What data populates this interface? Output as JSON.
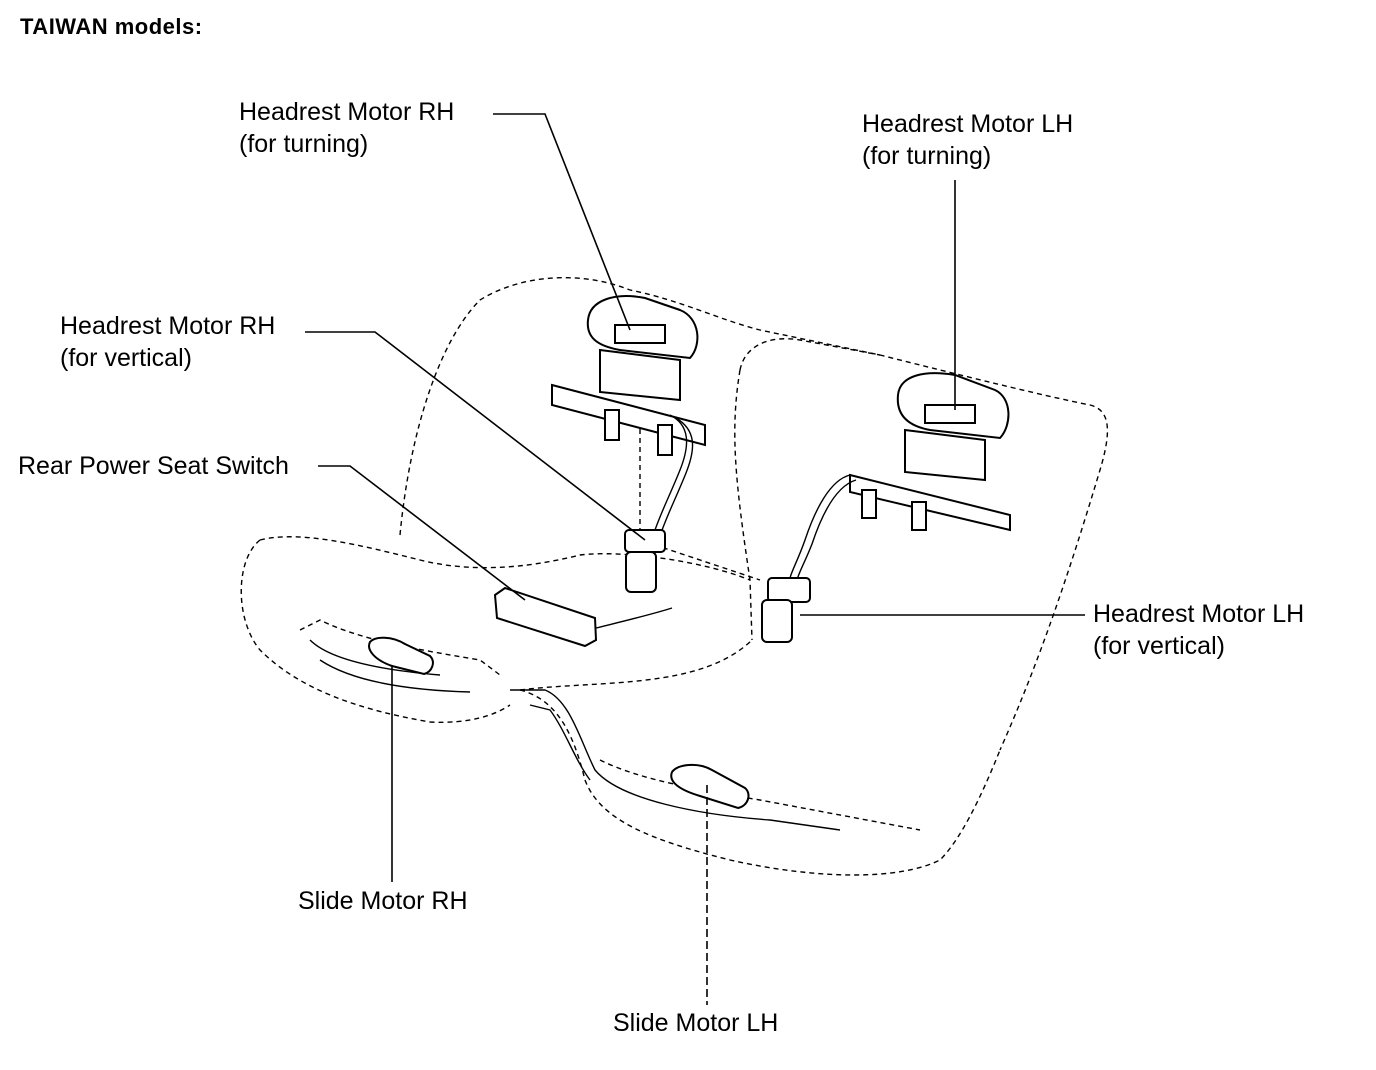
{
  "heading": "TAIWAN models:",
  "labels": {
    "headrest_rh_turning": {
      "line1": "Headrest Motor RH",
      "line2": "(for turning)"
    },
    "headrest_lh_turning": {
      "line1": "Headrest Motor LH",
      "line2": "(for turning)"
    },
    "headrest_rh_vertical": {
      "line1": "Headrest Motor RH",
      "line2": "(for vertical)"
    },
    "rear_power_seat_switch": {
      "line1": "Rear Power Seat Switch"
    },
    "headrest_lh_vertical": {
      "line1": "Headrest Motor LH",
      "line2": "(for vertical)"
    },
    "slide_motor_rh": {
      "line1": "Slide Motor RH"
    },
    "slide_motor_lh": {
      "line1": "Slide Motor LH"
    }
  }
}
